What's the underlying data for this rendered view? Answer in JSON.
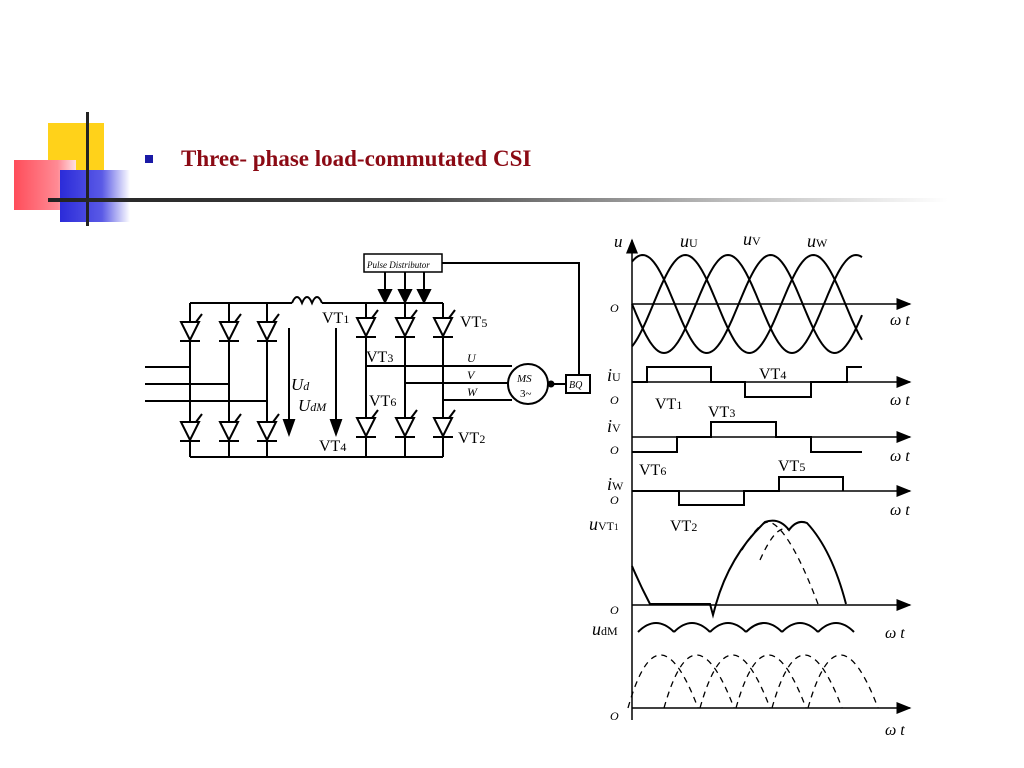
{
  "slide": {
    "title": "Three- phase load-commutated CSI"
  },
  "colors": {
    "title": "#8b0a14",
    "bullet": "#1a1aa6",
    "deco_yellow": "#ffd21a",
    "deco_red": "#ff4d5a",
    "deco_blue": "#2b2bd9"
  },
  "circuit": {
    "pulse_distributor": "Pulse Distributor",
    "motor_line1": "MS",
    "motor_line2": "3~",
    "bq": "BQ",
    "phase_u": "U",
    "phase_v": "V",
    "phase_w": "W",
    "ud": "U",
    "ud_sub": "d",
    "udm": "U",
    "udm_sub": "dM",
    "vt": "VT",
    "n1": "1",
    "n2": "2",
    "n3": "3",
    "n4": "4",
    "n5": "5",
    "n6": "6"
  },
  "waveforms": {
    "u": "u",
    "uU": "u",
    "uU_sub": "U",
    "uV": "u",
    "uV_sub": "V",
    "uW": "u",
    "uW_sub": "W",
    "iU": "i",
    "iU_sub": "U",
    "iV": "i",
    "iV_sub": "V",
    "iW": "i",
    "iW_sub": "W",
    "uVT1": "u",
    "uVT1_sub": "VT",
    "uVT1_subsub": "1",
    "udM": "u",
    "udM_sub": "dM",
    "origin": "O",
    "omega_t": "ω t",
    "vt": "VT",
    "n1": "1",
    "n2": "2",
    "n3": "3",
    "n4": "4",
    "n5": "5",
    "n6": "6"
  }
}
